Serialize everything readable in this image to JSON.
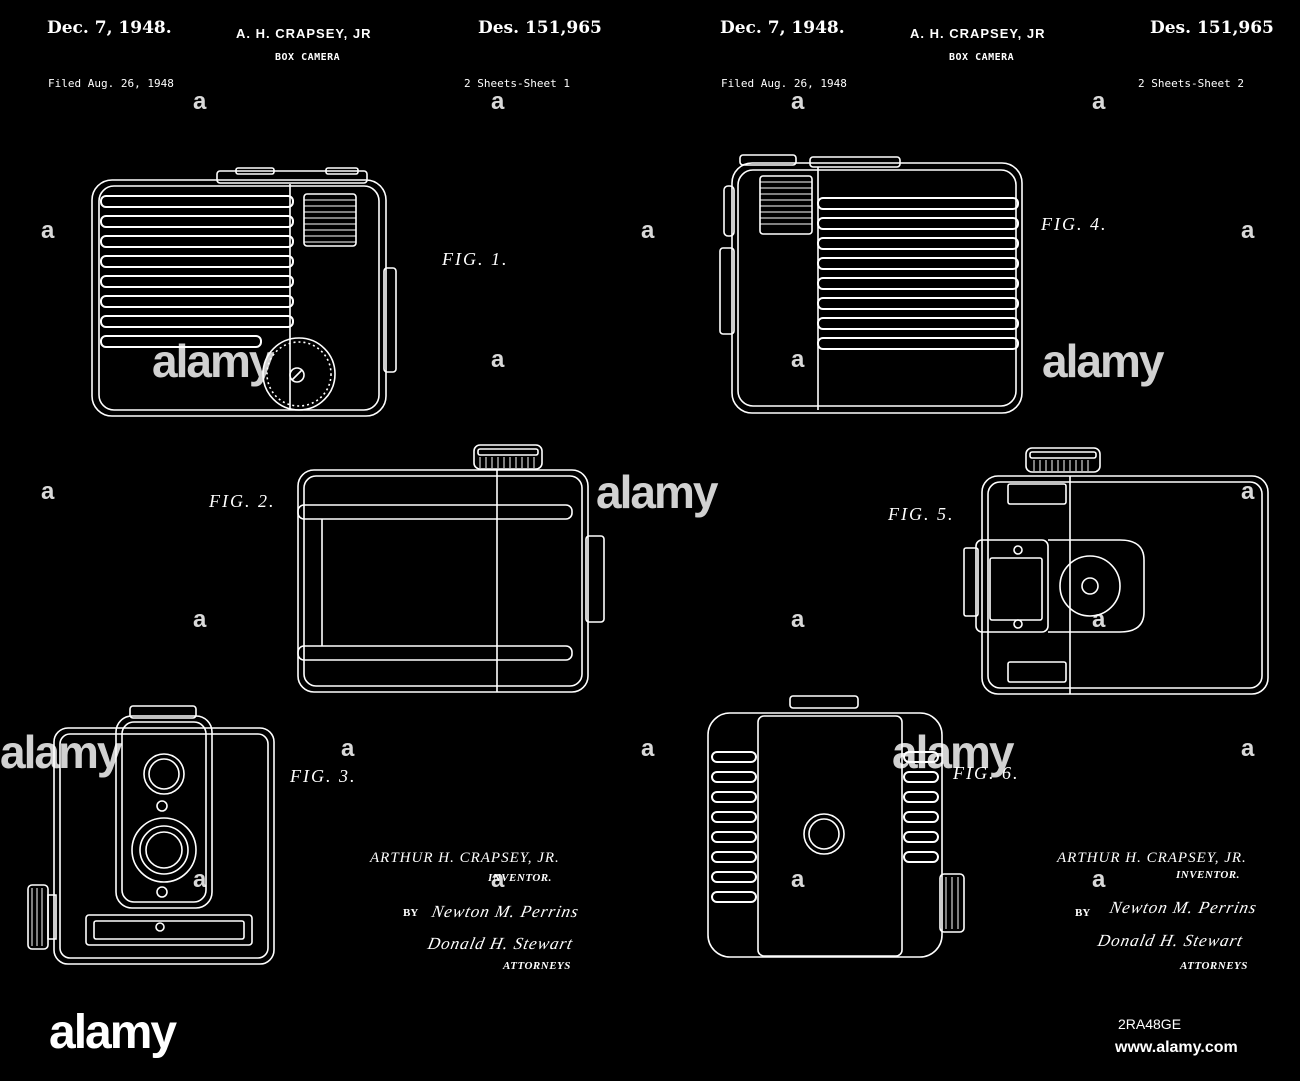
{
  "sheet1": {
    "date": "Dec. 7, 1948.",
    "inventor": "A. H. CRAPSEY, JR",
    "patent": "Des. 151,965",
    "title": "BOX CAMERA",
    "filed": "Filed Aug. 26, 1948",
    "sheets": "2 Sheets-Sheet 1",
    "figures": [
      "FIG. 1.",
      "FIG. 2.",
      "FIG. 3."
    ],
    "signature": {
      "inventor_name": "ARTHUR H. CRAPSEY, JR.",
      "inventor_role": "INVENTOR.",
      "by": "BY",
      "attorney_sig_1": "Newton M. Perrins",
      "attorney_sig_2": "Donald H. Stewart",
      "attorneys": "ATTORNEYS"
    }
  },
  "sheet2": {
    "date": "Dec. 7, 1948.",
    "inventor": "A. H. CRAPSEY, JR",
    "patent": "Des. 151,965",
    "title": "BOX CAMERA",
    "filed": "Filed Aug. 26, 1948",
    "sheets": "2 Sheets-Sheet 2",
    "figures": [
      "FIG. 4.",
      "FIG. 5.",
      "FIG. 6."
    ],
    "signature": {
      "inventor_name": "ARTHUR H. CRAPSEY, JR.",
      "inventor_role": "INVENTOR.",
      "by": "BY",
      "attorney_sig_1": "Newton M. Perrins",
      "attorney_sig_2": "Donald H. Stewart",
      "attorneys": "ATTORNEYS"
    }
  },
  "watermark": {
    "word": "alamy",
    "small_mark": "a",
    "image_id": "2RA48GE",
    "url": "www.alamy.com"
  },
  "colors": {
    "background": "#000000",
    "line": "#ffffff"
  }
}
